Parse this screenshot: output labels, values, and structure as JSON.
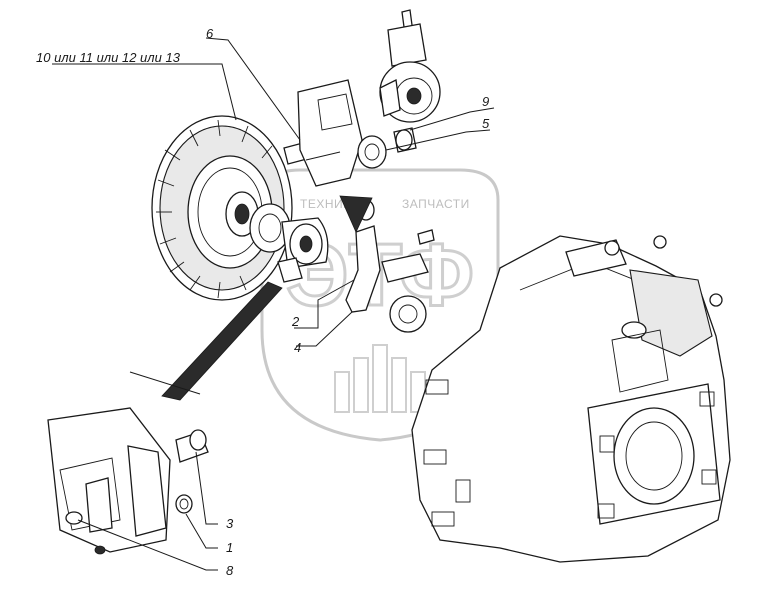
{
  "labels": {
    "label_6": "6",
    "label_10_13": "10 или 11 или 12 или 13",
    "label_9": "9",
    "label_5": "5",
    "label_2": "2",
    "label_4": "4",
    "label_3": "3",
    "label_1": "1",
    "label_8": "8"
  },
  "watermark": {
    "text_left": "ТЕХНИКА",
    "text_right": "ЗАПЧАСТИ",
    "logo": "ЭТФ"
  },
  "colors": {
    "ink": "#1a1a1a",
    "watermark": "#c9c9c9",
    "background": "#ffffff"
  }
}
